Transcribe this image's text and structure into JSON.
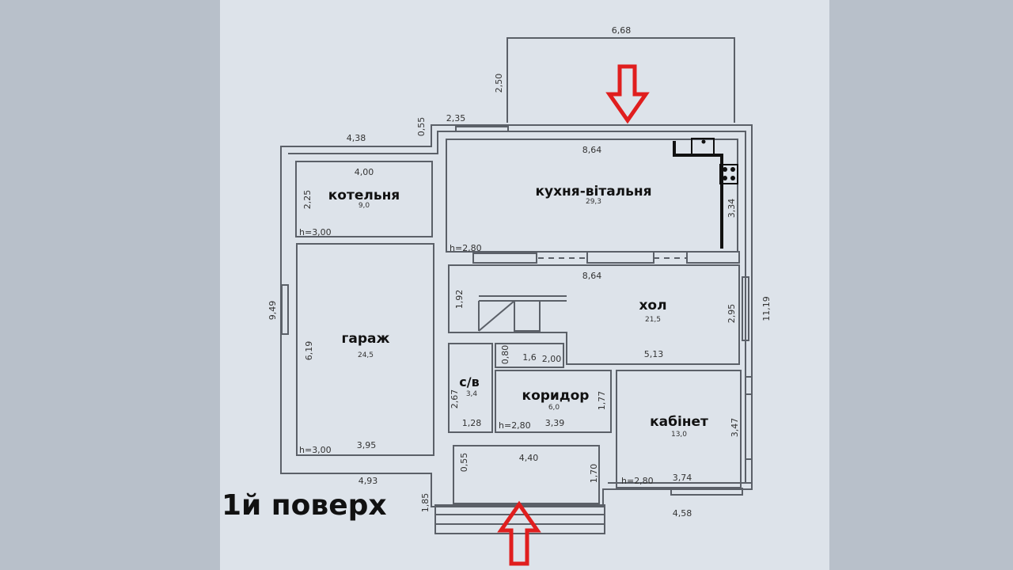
{
  "plan": {
    "floor_title": "1й поверх",
    "colors": {
      "side_panel": "#b8c0ca",
      "paper": "#dde3ea",
      "wall": "#5b6068",
      "text": "#111111",
      "dim_text": "#333333",
      "arrow": "#e01e1e"
    },
    "rooms": [
      {
        "name": "котельня",
        "area": "9,0"
      },
      {
        "name": "кухня-вітальня",
        "area": "29,3"
      },
      {
        "name": "гараж",
        "area": "24,5"
      },
      {
        "name": "хол",
        "area": "21,5"
      },
      {
        "name": "с/в",
        "area": "3,4"
      },
      {
        "name": "коридор",
        "area": "6,0"
      },
      {
        "name": "кабінет",
        "area": "13,0"
      }
    ],
    "dimensions": [
      "6,68",
      "2,50",
      "2,35",
      "0,55",
      "4,38",
      "4,00",
      "8,64",
      "2,25",
      "h=3,00",
      "h=2,80",
      "3,34",
      "8,64",
      "1,92",
      "9,49",
      "11,19",
      "6,19",
      "2,95",
      "0,80",
      "1,6",
      "2,00",
      "5,13",
      "2,67",
      "1,77",
      "1,28",
      "h=2,80",
      "3,39",
      "3,47",
      "h=3,00",
      "3,95",
      "0,55",
      "4,40",
      "4,93",
      "1,70",
      "h=2,80",
      "3,74",
      "1,85",
      "4,58"
    ],
    "entry_arrows": [
      "top",
      "bottom"
    ]
  }
}
